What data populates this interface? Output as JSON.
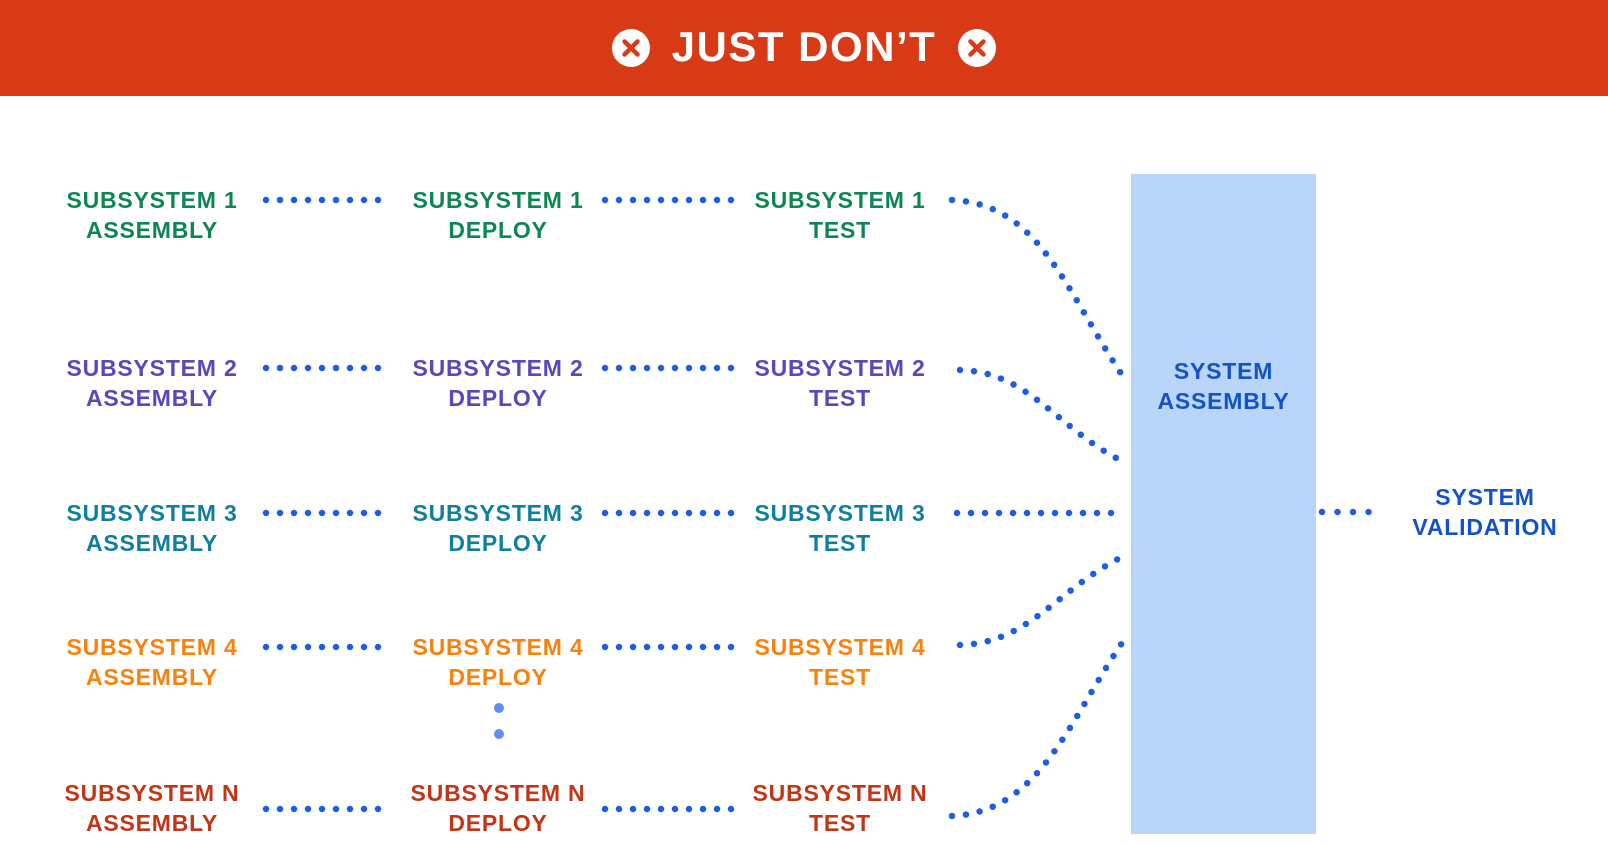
{
  "banner": {
    "title": "JUST DON’T",
    "left_icon": "x-circle",
    "right_icon": "x-circle"
  },
  "colors": {
    "banner_bg": "#D93A16",
    "banner_text": "#FFFFFF",
    "connector_dot": "#1C5CE8",
    "ellipsis_dot": "#5D8EF2",
    "assembly_box_fill": "#B9D5FA",
    "primary_blue": "#1254C8",
    "row_green": "#0C8751",
    "row_purple": "#5847BD",
    "row_teal": "#0F7F9E",
    "row_orange": "#F8820D",
    "row_red": "#C23517"
  },
  "diagram": {
    "rows": [
      {
        "id": "1",
        "color": "#0C8751",
        "assembly": {
          "line1": "SUBSYSTEM 1",
          "line2": "ASSEMBLY"
        },
        "deploy": {
          "line1": "SUBSYSTEM 1",
          "line2": "DEPLOY"
        },
        "test": {
          "line1": "SUBSYSTEM 1",
          "line2": "TEST"
        }
      },
      {
        "id": "2",
        "color": "#5847BD",
        "assembly": {
          "line1": "SUBSYSTEM 2",
          "line2": "ASSEMBLY"
        },
        "deploy": {
          "line1": "SUBSYSTEM 2",
          "line2": "DEPLOY"
        },
        "test": {
          "line1": "SUBSYSTEM 2",
          "line2": "TEST"
        }
      },
      {
        "id": "3",
        "color": "#0F7F9E",
        "assembly": {
          "line1": "SUBSYSTEM 3",
          "line2": "ASSEMBLY"
        },
        "deploy": {
          "line1": "SUBSYSTEM 3",
          "line2": "DEPLOY"
        },
        "test": {
          "line1": "SUBSYSTEM 3",
          "line2": "TEST"
        }
      },
      {
        "id": "4",
        "color": "#F8820D",
        "assembly": {
          "line1": "SUBSYSTEM 4",
          "line2": "ASSEMBLY"
        },
        "deploy": {
          "line1": "SUBSYSTEM 4",
          "line2": "DEPLOY"
        },
        "test": {
          "line1": "SUBSYSTEM 4",
          "line2": "TEST"
        }
      },
      {
        "id": "N",
        "color": "#C23517",
        "assembly": {
          "line1": "SUBSYSTEM N",
          "line2": "ASSEMBLY"
        },
        "deploy": {
          "line1": "SUBSYSTEM N",
          "line2": "DEPLOY"
        },
        "test": {
          "line1": "SUBSYSTEM N",
          "line2": "TEST"
        }
      }
    ],
    "ellipsis_icon": "vertical-dots",
    "system_assembly": {
      "line1": "SYSTEM",
      "line2": "ASSEMBLY"
    },
    "system_validation": {
      "line1": "SYSTEM",
      "line2": "VALIDATION"
    }
  }
}
